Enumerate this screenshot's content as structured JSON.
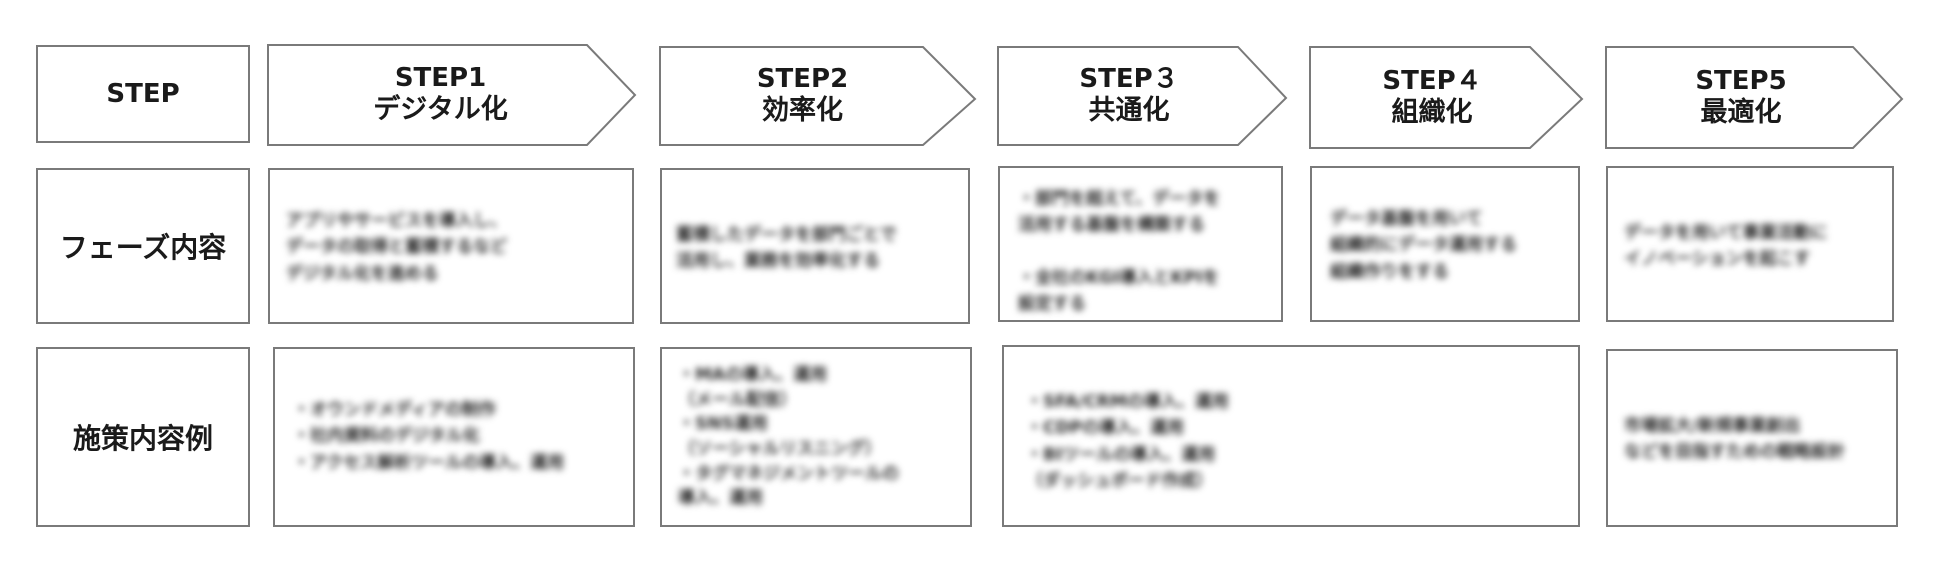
{
  "header": {
    "step_label": "STEP"
  },
  "rows": [
    {
      "label": "フェーズ内容"
    },
    {
      "label": "施策内容例"
    }
  ],
  "steps": [
    {
      "number": "STEP1",
      "name": "デジタル化",
      "phase": "アプリやサービスを導入し、\nデータの取得と蓄積するなど\nデジタル化を進める",
      "measures": "・オウンドメディアの制作\n・社内資料のデジタル化\n・アクセス解析ツールの導入、運用"
    },
    {
      "number": "STEP2",
      "name": "効率化",
      "phase": "蓄積したデータを部門ごとで\n活用し、業務を効率化する",
      "measures": "・MAの導入、運用\n（メール配信）\n・SNS運用\n（ソーシャルリスニング）\n・タグマネジメントツールの\n導入、運用"
    },
    {
      "number": "STEP３",
      "name": "共通化",
      "phase": "・部門を超えて、データを\n活用する基盤を構築する\n\n・全社のKGI導入とKPIを\n設定する",
      "measures": "・SFA/CRMの導入、運用\n・CDPの導入、運用\n・BIツールの導入、運用\n（ダッシュボード作成）"
    },
    {
      "number": "STEP４",
      "name": "組織化",
      "phase": "データ基盤を用いて\n組織的にデータ運用する\n組織作りをする",
      "measures": ""
    },
    {
      "number": "STEP5",
      "name": "最適化",
      "phase": "データを用いて事業活動に\nイノベーションを起こす",
      "measures": "市場拡大/新規事業創出\nなどを目指すための戦略設計"
    }
  ]
}
